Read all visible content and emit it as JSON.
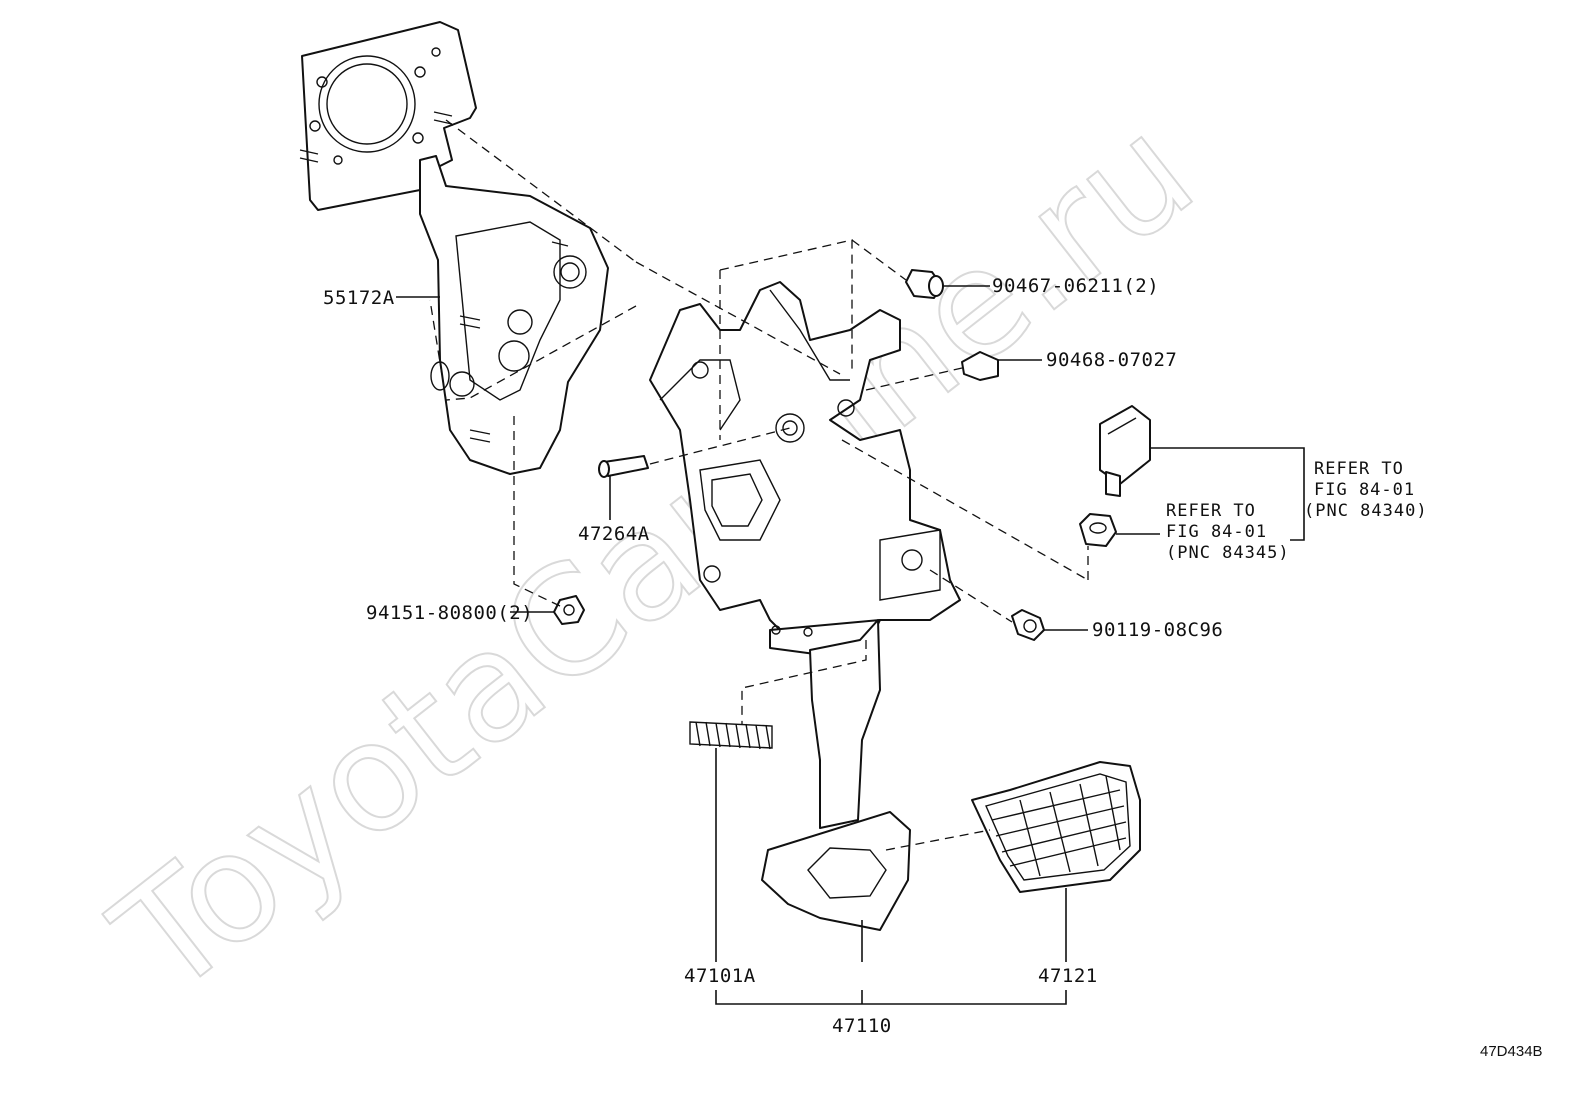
{
  "watermark": "ToyotaCarMine.ru",
  "figure_code": "47D434B",
  "parts": {
    "bracket": "55172A",
    "nut_94151": "94151-80800(2)",
    "pin": "47264A",
    "clip": "90467-06211(2)",
    "clip_90468": "90468-07027",
    "bolt": "90119-08C96",
    "spring": "47101A",
    "pedal_assy": "47110",
    "pedal_pad": "47121"
  },
  "references": {
    "switch": {
      "line1": "REFER TO",
      "line2": "FIG 84-01",
      "line3": "(PNC 84340)"
    },
    "cushion": {
      "line1": "REFER TO",
      "line2": "FIG 84-01",
      "line3": "(PNC 84345)"
    }
  },
  "icons": [
    "bracket-55172a",
    "nut",
    "pin",
    "clip",
    "stop-lamp-switch",
    "switch-cushion",
    "bolt",
    "return-spring",
    "brake-pedal",
    "pedal-pad"
  ]
}
